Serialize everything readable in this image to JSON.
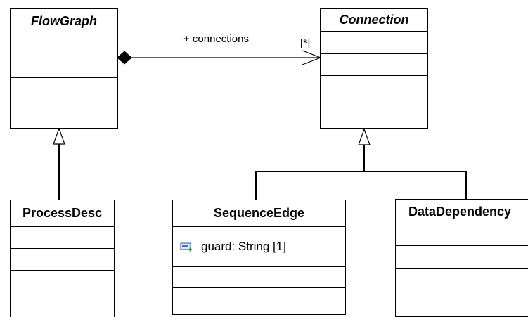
{
  "diagram": {
    "association": {
      "role": "+ connections",
      "multiplicity": "[*]"
    },
    "classes": {
      "flowgraph": {
        "name": "FlowGraph",
        "abstract": true
      },
      "connection": {
        "name": "Connection",
        "abstract": true
      },
      "processdesc": {
        "name": "ProcessDesc"
      },
      "sequenceedge": {
        "name": "SequenceEdge",
        "attribute": {
          "text": "guard: String [1]",
          "icon": "property-icon"
        }
      },
      "datadependency": {
        "name": "DataDependency"
      }
    }
  }
}
